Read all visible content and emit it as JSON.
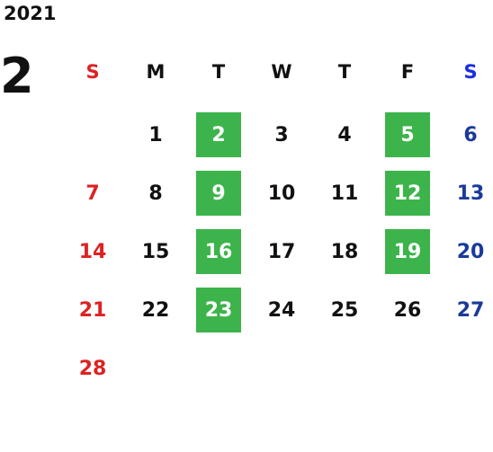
{
  "year": "2021",
  "month": "2",
  "weekdays": [
    "S",
    "M",
    "T",
    "W",
    "T",
    "F",
    "S"
  ],
  "weeks": [
    [
      "",
      "1",
      "2",
      "3",
      "4",
      "5",
      "6"
    ],
    [
      "7",
      "8",
      "9",
      "10",
      "11",
      "12",
      "13"
    ],
    [
      "14",
      "15",
      "16",
      "17",
      "18",
      "19",
      "20"
    ],
    [
      "21",
      "22",
      "23",
      "24",
      "25",
      "26",
      "27"
    ],
    [
      "28",
      "",
      "",
      "",
      "",
      "",
      ""
    ]
  ],
  "highlighted_days": [
    "2",
    "5",
    "9",
    "12",
    "16",
    "19",
    "23"
  ],
  "colors": {
    "sunday": "#dd2222",
    "saturday": "#1a3a9a",
    "saturday_header": "#1a2ee0",
    "highlight": "#3cb44b",
    "text": "#111111"
  }
}
